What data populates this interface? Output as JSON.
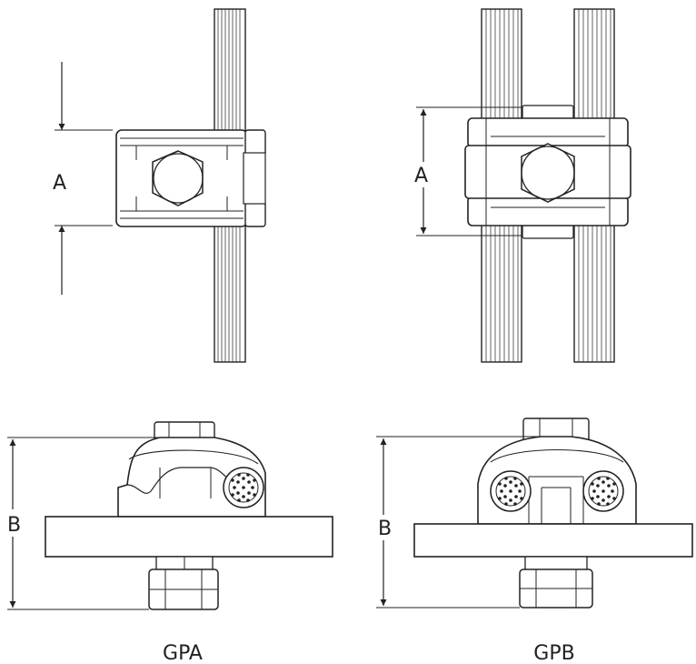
{
  "figures": [
    {
      "name": "GPA",
      "caption": "GPA",
      "top_dimension": "A",
      "bottom_dimension": "B"
    },
    {
      "name": "GPB",
      "caption": "GPB",
      "top_dimension": "A",
      "bottom_dimension": "B"
    }
  ],
  "colors": {
    "line": "#222222",
    "background": "#ffffff"
  }
}
